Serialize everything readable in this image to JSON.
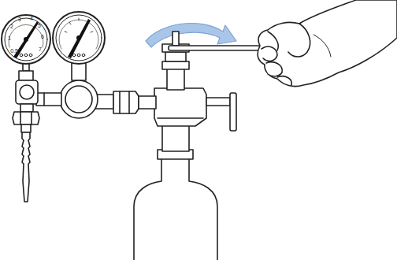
{
  "diagram": {
    "labels": [
      "0.5",
      "1",
      "2",
      "3",
      "4",
      "5",
      "6",
      "7"
    ]
  }
}
